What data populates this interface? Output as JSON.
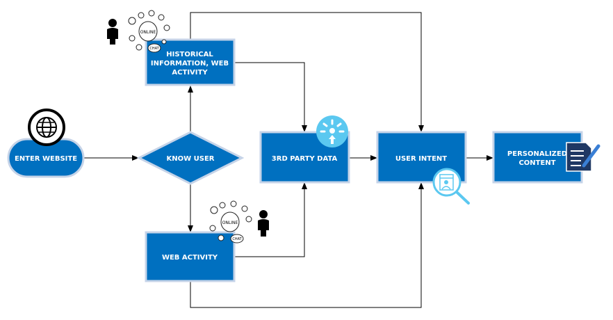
{
  "nodes": {
    "enter_website": "ENTER WEBSITE",
    "know_user": "KNOW USER",
    "historical": [
      "HISTORICAL",
      "INFORMATION, WEB",
      "ACTIVITY"
    ],
    "web_activity": "WEB ACTIVITY",
    "third_party": "3RD PARTY DATA",
    "user_intent": "USER INTENT",
    "personalized": [
      "PERSONALIZED",
      "CONTENT"
    ]
  },
  "doodle_text": {
    "online": "ONLINE",
    "chat": "CHAT"
  },
  "icons": [
    "globe-icon",
    "person-icon",
    "online-doodle-icon",
    "loading-upload-icon",
    "search-profile-icon",
    "document-edit-icon"
  ],
  "colors": {
    "node_fill": "#0070c0",
    "node_border": "#c5d3e8",
    "accent_light": "#5bc8f0",
    "doc_icon": "#1f3864"
  }
}
